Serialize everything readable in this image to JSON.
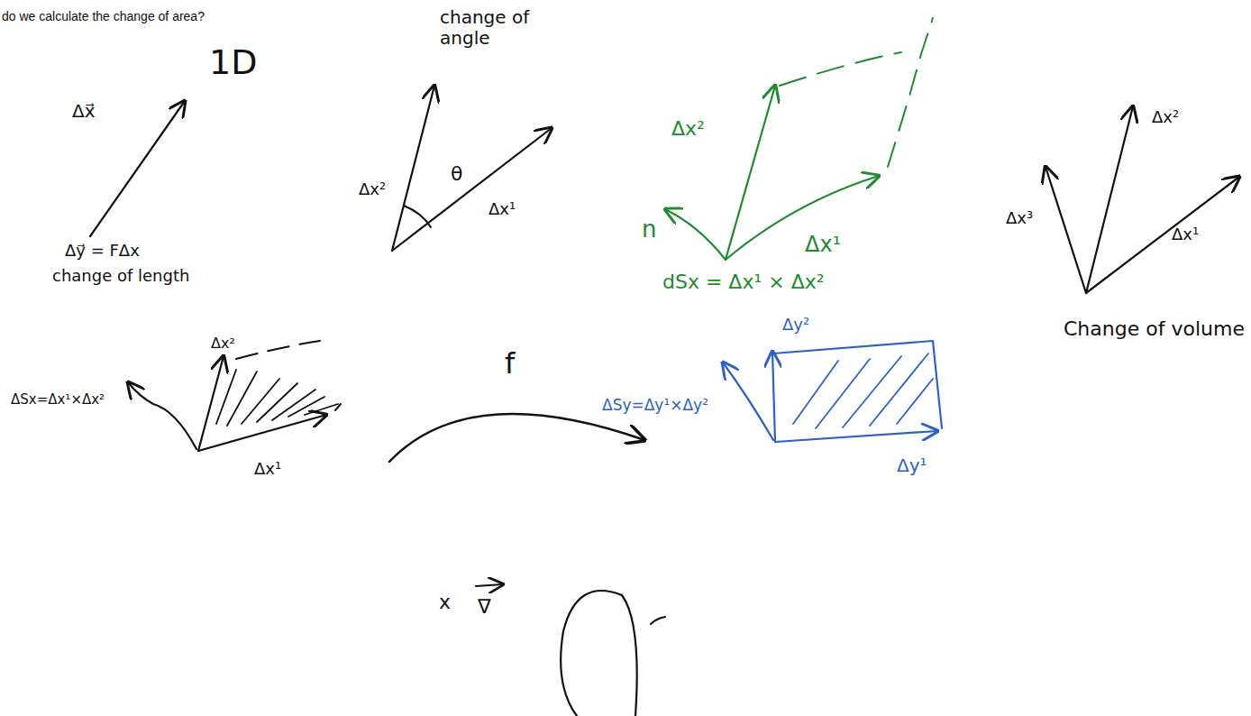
{
  "diagram": {
    "title": "do we calculate the change of area?",
    "labels": [
      "1D",
      "Δx⃗",
      "Δy⃗ = FΔx",
      "change of length",
      "change of angle",
      "θ",
      "Δx²",
      "Δx¹",
      "Δx²",
      "n",
      "Δx¹",
      "dSx = Δx¹ × Δx²",
      "Δx³",
      "Δx²",
      "Δx¹",
      "Change of volume",
      "ΔSx=Δx¹×Δx²",
      "Δx²",
      "Δx¹",
      "f",
      "ΔSy=Δy¹×Δy²",
      "Δy²",
      "Δy¹",
      "x",
      "∇"
    ]
  }
}
